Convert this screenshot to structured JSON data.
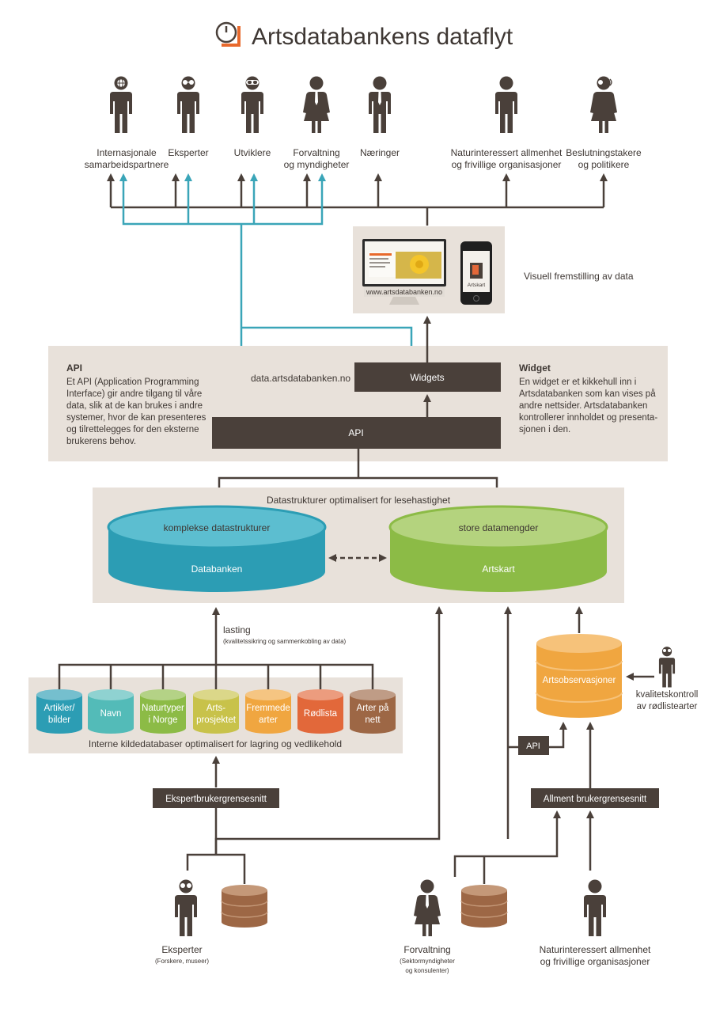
{
  "title": "Artsdatabankens dataflyt",
  "colors": {
    "dark": "#4a403a",
    "line": "#4a403a",
    "teal": "#3aa5b8",
    "panel": "#e8e1da",
    "databanken": "#2c9db4",
    "artskart": "#8cbb46",
    "artsobservasjoner": "#f0a640",
    "brown_db": "#9d6745"
  },
  "audiences": [
    {
      "label_line1": "Internasjonale",
      "label_line2": "samarbeidspartnere",
      "icon": "globe-person-icon"
    },
    {
      "label_line1": "Eksperter",
      "label_line2": "",
      "icon": "expert-person-icon"
    },
    {
      "label_line1": "Utviklere",
      "label_line2": "",
      "icon": "developer-person-icon"
    },
    {
      "label_line1": "Forvaltning",
      "label_line2": "og myndigheter",
      "icon": "woman-tie-icon"
    },
    {
      "label_line1": "Næringer",
      "label_line2": "",
      "icon": "man-tie-icon"
    },
    {
      "label_line1": "Naturinteressert allmenhet",
      "label_line2": "og frivillige organisasjoner",
      "icon": "person-icon"
    },
    {
      "label_line1": "Beslutningstakere",
      "label_line2": "og politikere",
      "icon": "speaking-woman-icon"
    }
  ],
  "visual": {
    "url": "www.artsdatabanken.no",
    "phone_label": "Artskart",
    "label": "Visuell fremstilling av data"
  },
  "api_panel": {
    "heading": "API",
    "text_lines": [
      "Et API (Application Programming",
      "Interface) gir andre tilgang til våre",
      "data, slik at de kan brukes i andre",
      "systemer, hvor de kan presenteres",
      "og tilrettelegges for den eksterne",
      "brukerens behov."
    ],
    "domain": "data.artsdatabanken.no",
    "widgets_label": "Widgets",
    "api_label": "API",
    "widget_heading": "Widget",
    "widget_lines": [
      "En widget er et kikkehull inn i",
      "Artsdatabanken som kan vises på",
      "andre nettsider. Artsdatabanken",
      "kontrollerer innholdet og presenta-",
      "sjonen i den."
    ]
  },
  "storage": {
    "caption": "Datastrukturer optimalisert for lesehastighet",
    "databanken_top": "komplekse datastrukturer",
    "databanken_name": "Databanken",
    "artskart_top": "store datamengder",
    "artskart_name": "Artskart"
  },
  "loading": {
    "label": "lasting",
    "sublabel": "(kvalitetssikring og sammenkobling av data)"
  },
  "sources": {
    "caption": "Interne kildedatabaser optimalisert for lagring og vedlikehold",
    "items": [
      {
        "line1": "Artikler/",
        "line2": "bilder",
        "color": "#2c9db4"
      },
      {
        "line1": "Navn",
        "line2": "",
        "color": "#53bbb8"
      },
      {
        "line1": "Naturtyper",
        "line2": "i Norge",
        "color": "#8cbb46"
      },
      {
        "line1": "Arts-",
        "line2": "prosjektet",
        "color": "#c8c24a"
      },
      {
        "line1": "Fremmede",
        "line2": "arter",
        "color": "#f0a640"
      },
      {
        "line1": "Rødlista",
        "line2": "",
        "color": "#e2683a"
      },
      {
        "line1": "Arter på",
        "line2": "nett",
        "color": "#9d6745"
      }
    ]
  },
  "artsobservasjoner": {
    "label": "Artsobservasjoner",
    "quality_line1": "kvalitetskontroll",
    "quality_line2": "av rødlistearter",
    "api_label": "API"
  },
  "interfaces": {
    "expert": "Ekspertbrukergrensesnitt",
    "general": "Allment brukergrensesnitt"
  },
  "contributors": [
    {
      "line1": "Eksperter",
      "sub1": "(Forskere, museer)",
      "sub2": ""
    },
    {
      "line1": "Forvaltning",
      "sub1": "(Sektormyndigheter",
      "sub2": "og konsulenter)"
    },
    {
      "line1": "Naturinteressert allmenhet",
      "line2": "og frivillige organisasjoner"
    }
  ]
}
